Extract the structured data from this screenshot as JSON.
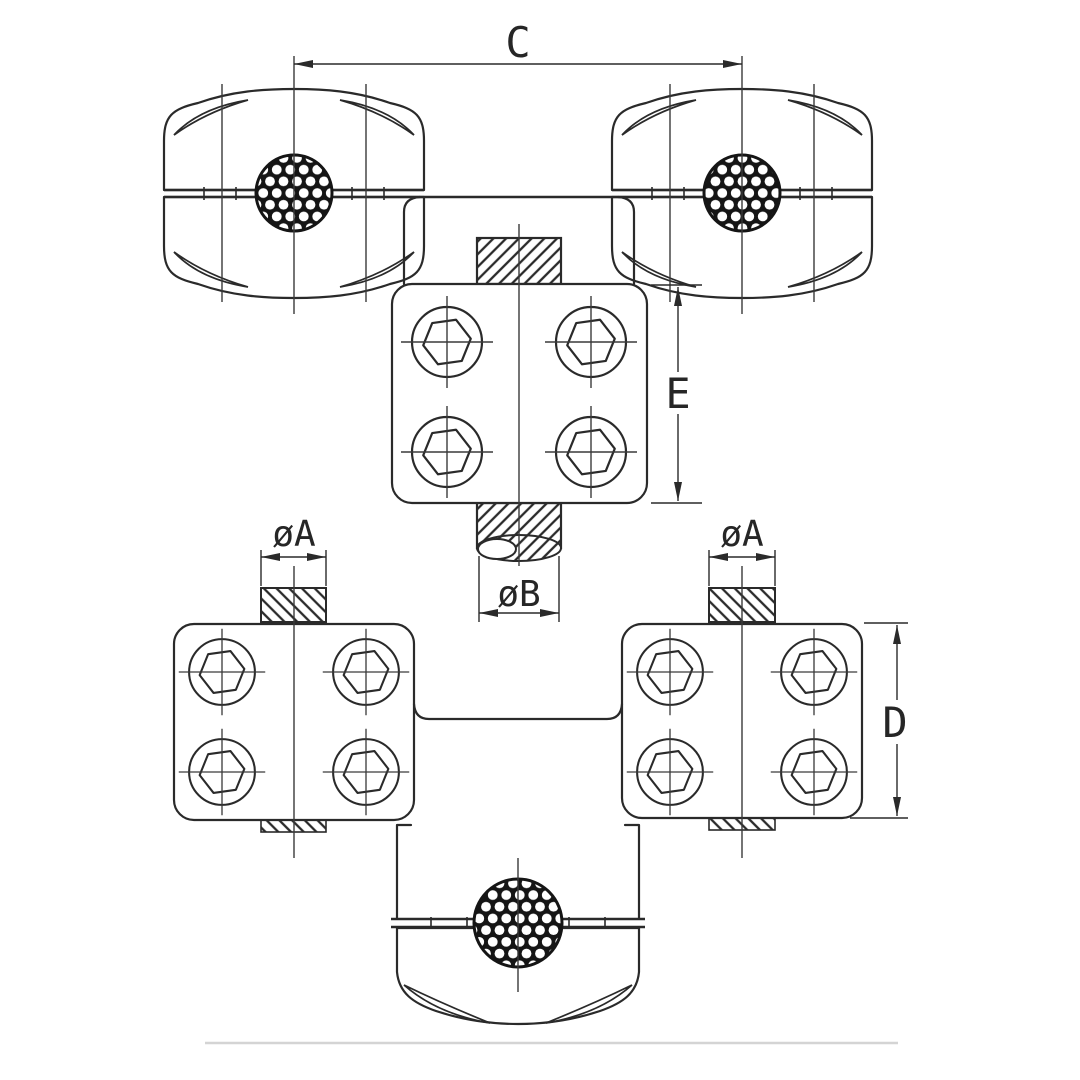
{
  "drawing": {
    "type": "engineering-dimension-drawing",
    "background_color": "#ffffff",
    "line_color": "#2a2a2a",
    "dimensions": {
      "c": {
        "label": "C"
      },
      "e": {
        "label": "E"
      },
      "d": {
        "label": "D"
      },
      "dia_a_left": {
        "label": "øA"
      },
      "dia_a_right": {
        "label": "øA"
      },
      "dia_b": {
        "label": "øB"
      }
    }
  }
}
